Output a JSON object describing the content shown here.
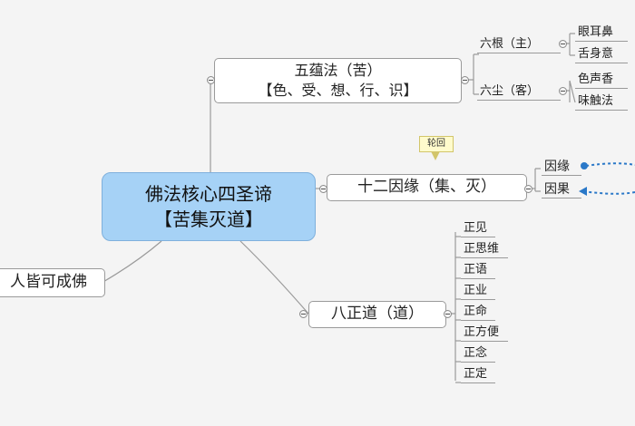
{
  "central": {
    "line1": "佛法核心四圣谛",
    "line2": "【苦集灭道】"
  },
  "left_node": {
    "label": "人皆可成佛"
  },
  "five_aggregates": {
    "title": "五蕴法（苦）",
    "subtitle": "【色、受、想、行、识】",
    "six_roots": {
      "label": "六根（主）",
      "leaves": [
        "眼耳鼻",
        "舌身意"
      ]
    },
    "six_dusts": {
      "label": "六尘（客）",
      "leaves": [
        "色声香",
        "味触法"
      ]
    }
  },
  "twelve_links": {
    "label": "十二因缘（集、灭）",
    "tag": "轮回",
    "cause": "因缘",
    "effect": "因果",
    "arrow_color": "#2a78c8"
  },
  "eightfold": {
    "label": "八正道（道）",
    "items": [
      "正见",
      "正思维",
      "正语",
      "正业",
      "正命",
      "正方便",
      "正念",
      "正定"
    ]
  },
  "colors": {
    "center_fill": "#a6d2f6",
    "line": "#9a9a9a",
    "background": "#f4f4f4"
  }
}
